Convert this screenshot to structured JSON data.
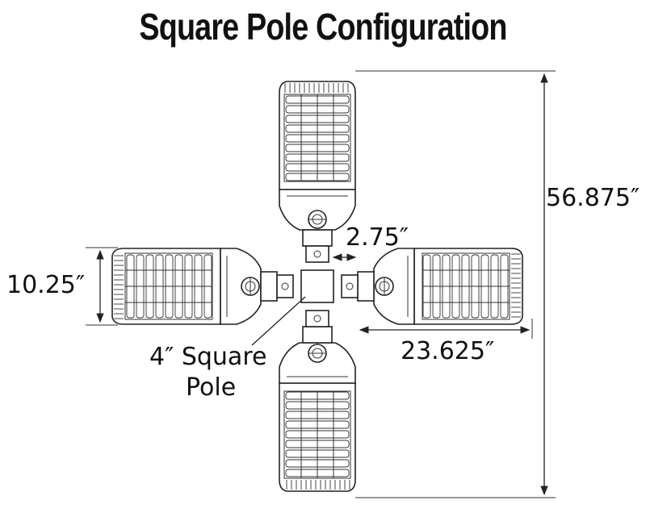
{
  "title": "Square Pole Configuration",
  "dimensions": {
    "overall_height": "56.875″",
    "fixture_width": "10.25″",
    "arm_gap": "2.75″",
    "fixture_length": "23.625″"
  },
  "pole_label": {
    "line1": "4″ Square",
    "line2": "Pole"
  }
}
